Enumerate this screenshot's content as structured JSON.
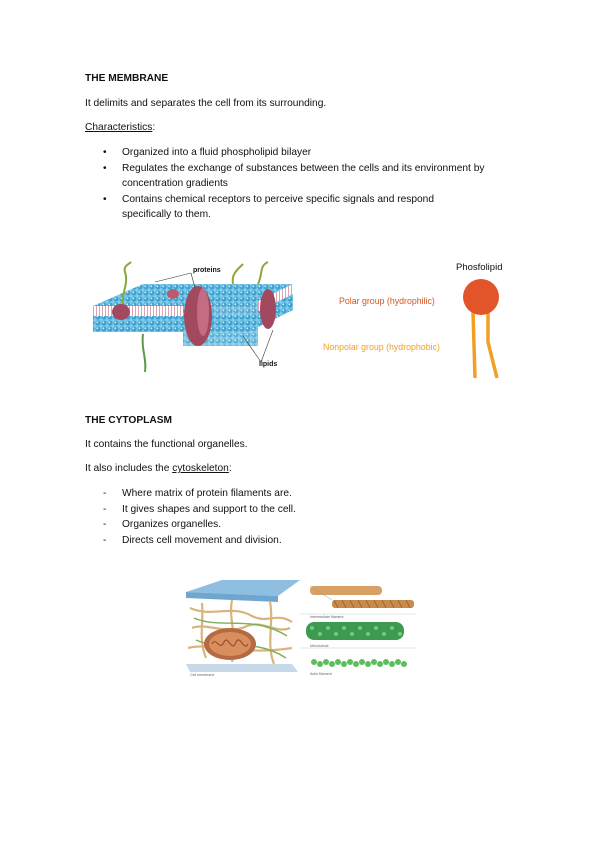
{
  "membrane": {
    "heading": "THE MEMBRANE",
    "intro": "It delimits and separates the cell from its surrounding.",
    "characteristics_label": "Characteristics",
    "characteristics_colon": ":",
    "bullets": [
      [
        "Organized into a fluid phospholipid bilayer"
      ],
      [
        "Regulates the exchange of substances between the cells and its environment by",
        "concentration gradients"
      ],
      [
        "Contains chemical receptors to perceive specific signals and respond",
        "specifically to them."
      ]
    ],
    "figure_labels": {
      "proteins": "proteins",
      "lipids": "lipids"
    },
    "phospholipid": {
      "title": "Phosfolipid",
      "polar": "Polar group (hydrophilic)",
      "nonpolar": "Nonpolar group (hydrophobic)"
    }
  },
  "cytoplasm": {
    "heading": "THE CYTOPLASM",
    "intro": "It contains the functional organelles.",
    "also_prefix": "It also includes the ",
    "cytoskeleton_word": "cytoskeleton",
    "also_suffix": ":",
    "dashes": [
      "Where matrix of protein filaments are.",
      "It gives shapes and support to the cell.",
      "Organizes organelles.",
      "Directs cell movement and division."
    ],
    "figure_labels": {
      "intermediate": "Intermediate filament",
      "microtubule": "Microtubule",
      "actin": "Actin filament",
      "cell_membrane": "Cell membrane"
    }
  },
  "colors": {
    "polar_text": "#d8541f",
    "nonpolar_text": "#f0a020",
    "head_fill": "#e2552a",
    "tail": "#f2a023",
    "bead": "#56b6de",
    "protein": "#a3495f"
  }
}
